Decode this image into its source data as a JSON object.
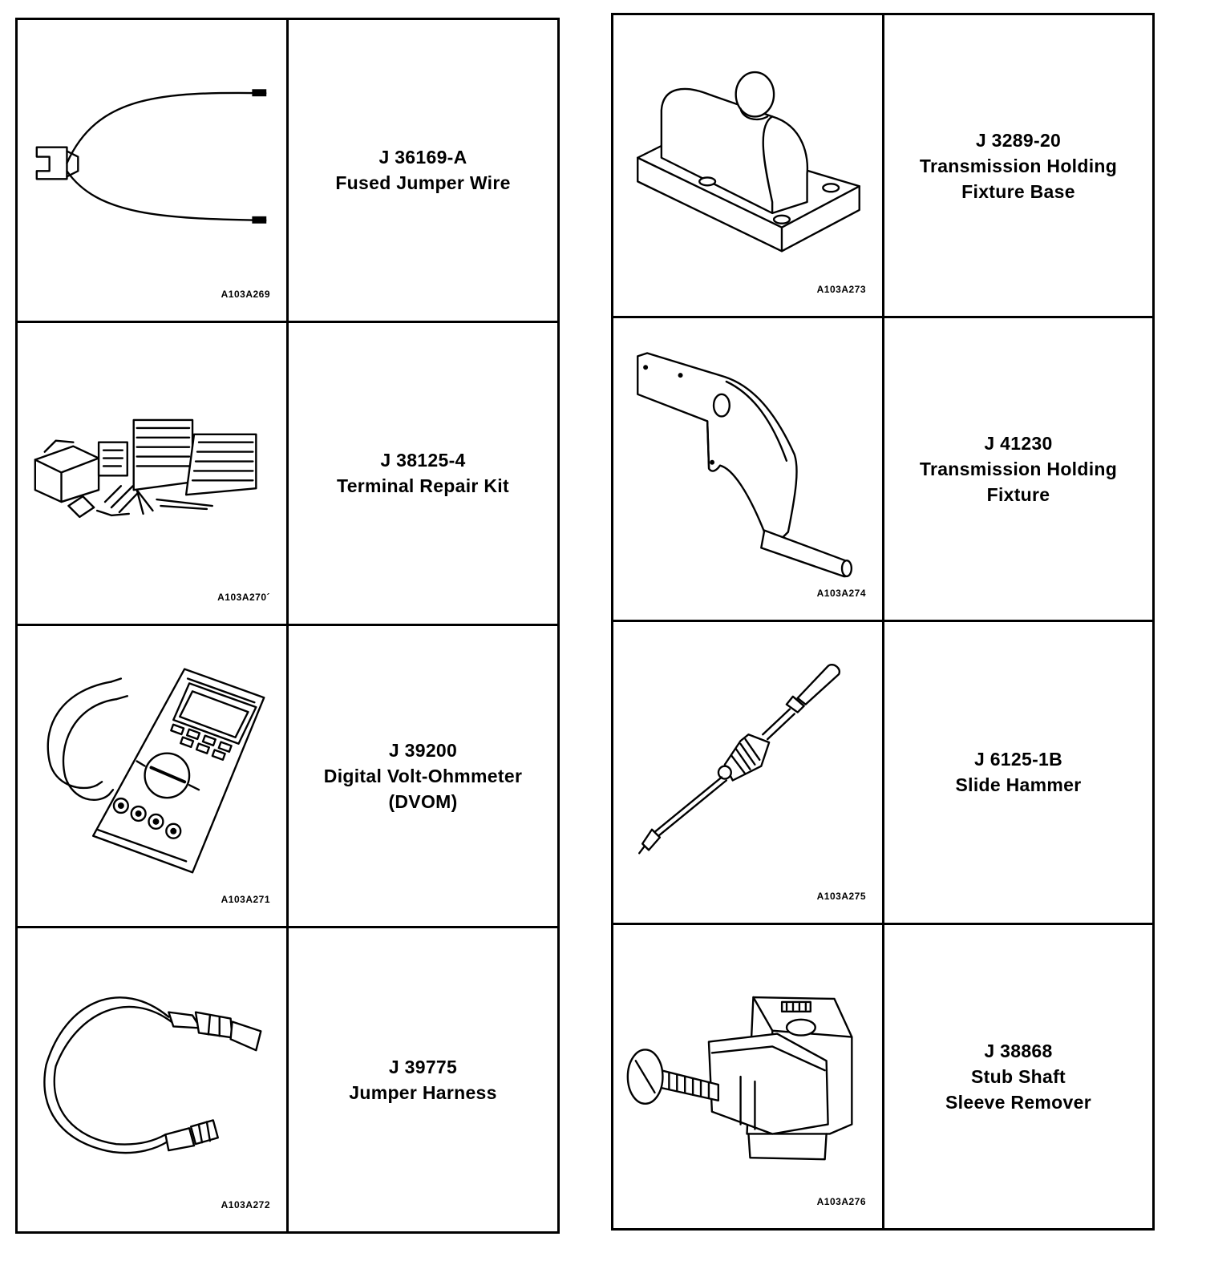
{
  "left_column": [
    {
      "figure_code": "A103A269",
      "tool_number": "J 36169-A",
      "description_lines": [
        "Fused Jumper Wire"
      ],
      "icon": "fused-jumper-wire"
    },
    {
      "figure_code": "A103A270´",
      "tool_number": "J 38125-4",
      "description_lines": [
        "Terminal Repair Kit"
      ],
      "icon": "terminal-repair-kit"
    },
    {
      "figure_code": "A103A271",
      "tool_number": "J 39200",
      "description_lines": [
        "Digital Volt-Ohmmeter",
        "(DVOM)"
      ],
      "icon": "digital-volt-ohmmeter"
    },
    {
      "figure_code": "A103A272",
      "tool_number": "J 39775",
      "description_lines": [
        "Jumper Harness"
      ],
      "icon": "jumper-harness"
    }
  ],
  "right_column": [
    {
      "figure_code": "A103A273",
      "tool_number": "J 3289-20",
      "description_lines": [
        "Transmission Holding",
        "Fixture Base"
      ],
      "icon": "holding-fixture-base"
    },
    {
      "figure_code": "A103A274",
      "tool_number": "J 41230",
      "description_lines": [
        "Transmission Holding",
        "Fixture"
      ],
      "icon": "holding-fixture"
    },
    {
      "figure_code": "A103A275",
      "tool_number": "J 6125-1B",
      "description_lines": [
        "Slide Hammer"
      ],
      "icon": "slide-hammer"
    },
    {
      "figure_code": "A103A276",
      "tool_number": "J 38868",
      "description_lines": [
        "Stub Shaft",
        "Sleeve Remover"
      ],
      "icon": "stub-shaft-sleeve-remover"
    }
  ]
}
